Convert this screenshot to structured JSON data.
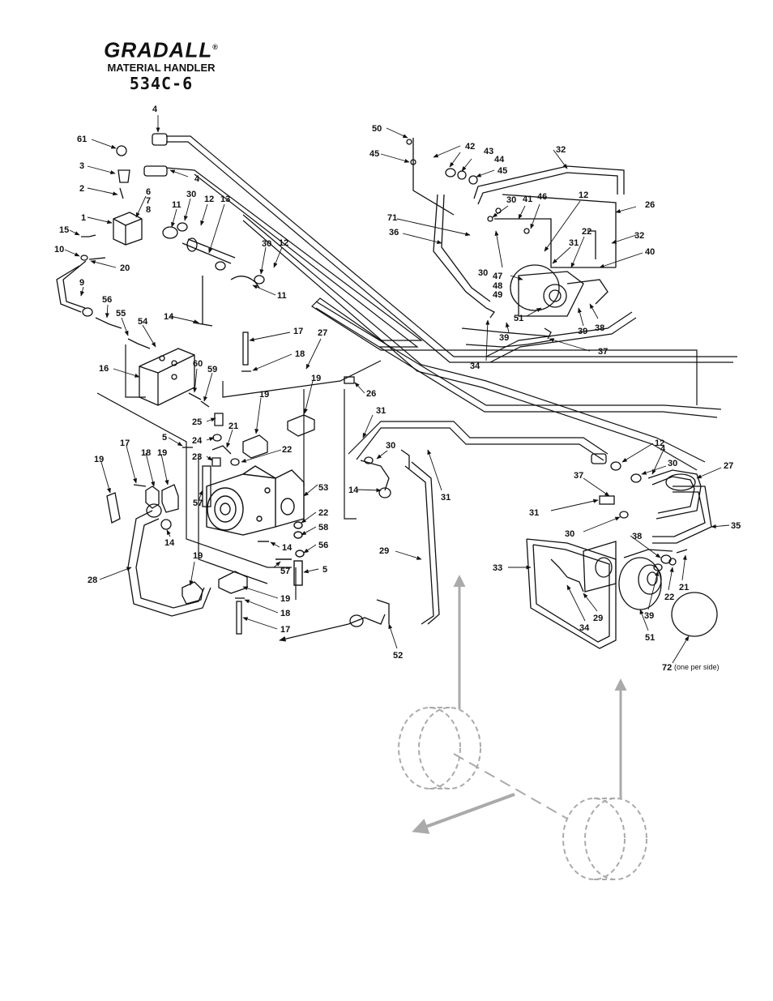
{
  "header": {
    "brand": "GRADALL",
    "registered_mark": "®",
    "subtitle": "MATERIAL HANDLER",
    "model": "534C-6"
  },
  "diagram": {
    "note_72": "(one per side)",
    "callouts": [
      {
        "id": "c4a",
        "text": "4"
      },
      {
        "id": "c61",
        "text": "61"
      },
      {
        "id": "c3",
        "text": "3"
      },
      {
        "id": "c4b",
        "text": "4"
      },
      {
        "id": "c2",
        "text": "2"
      },
      {
        "id": "c6",
        "text": "6"
      },
      {
        "id": "c7",
        "text": "7"
      },
      {
        "id": "c8",
        "text": "8"
      },
      {
        "id": "c1",
        "text": "1"
      },
      {
        "id": "c11a",
        "text": "11"
      },
      {
        "id": "c30a",
        "text": "30"
      },
      {
        "id": "c12a",
        "text": "12"
      },
      {
        "id": "c13",
        "text": "13"
      },
      {
        "id": "c15",
        "text": "15"
      },
      {
        "id": "c10",
        "text": "10"
      },
      {
        "id": "c20",
        "text": "20"
      },
      {
        "id": "c30b",
        "text": "30"
      },
      {
        "id": "c12b",
        "text": "12"
      },
      {
        "id": "c9",
        "text": "9"
      },
      {
        "id": "c11b",
        "text": "11"
      },
      {
        "id": "c56a",
        "text": "56"
      },
      {
        "id": "c55",
        "text": "55"
      },
      {
        "id": "c14a",
        "text": "14"
      },
      {
        "id": "c54",
        "text": "54"
      },
      {
        "id": "c16",
        "text": "16"
      },
      {
        "id": "c60",
        "text": "60"
      },
      {
        "id": "c59a",
        "text": "59"
      },
      {
        "id": "c17a",
        "text": "17"
      },
      {
        "id": "c18a",
        "text": "18"
      },
      {
        "id": "c27a",
        "text": "27"
      },
      {
        "id": "c19a",
        "text": "19"
      },
      {
        "id": "c19b",
        "text": "19"
      },
      {
        "id": "c26a",
        "text": "26"
      },
      {
        "id": "c25",
        "text": "25"
      },
      {
        "id": "c24",
        "text": "24"
      },
      {
        "id": "c21a",
        "text": "21"
      },
      {
        "id": "c23",
        "text": "23"
      },
      {
        "id": "c22a",
        "text": "22"
      },
      {
        "id": "c57a",
        "text": "57"
      },
      {
        "id": "c5a",
        "text": "5"
      },
      {
        "id": "c17b",
        "text": "17"
      },
      {
        "id": "c18b",
        "text": "18"
      },
      {
        "id": "c19c",
        "text": "19"
      },
      {
        "id": "c19d",
        "text": "19"
      },
      {
        "id": "c53",
        "text": "53"
      },
      {
        "id": "c22b",
        "text": "22"
      },
      {
        "id": "c58a",
        "text": "58"
      },
      {
        "id": "c14b",
        "text": "14"
      },
      {
        "id": "c56b",
        "text": "56"
      },
      {
        "id": "c57b",
        "text": "57"
      },
      {
        "id": "c5b",
        "text": "5"
      },
      {
        "id": "c28",
        "text": "28"
      },
      {
        "id": "c14c",
        "text": "14"
      },
      {
        "id": "c19e",
        "text": "19"
      },
      {
        "id": "c19f",
        "text": "19"
      },
      {
        "id": "c18c",
        "text": "18"
      },
      {
        "id": "c17c",
        "text": "17"
      },
      {
        "id": "c50",
        "text": "50"
      },
      {
        "id": "c45a",
        "text": "45"
      },
      {
        "id": "c42",
        "text": "42"
      },
      {
        "id": "c43",
        "text": "43"
      },
      {
        "id": "c44",
        "text": "44"
      },
      {
        "id": "c45b",
        "text": "45"
      },
      {
        "id": "c32a",
        "text": "32"
      },
      {
        "id": "c26b",
        "text": "26"
      },
      {
        "id": "c32b",
        "text": "32"
      },
      {
        "id": "c30c",
        "text": "30"
      },
      {
        "id": "c41",
        "text": "41"
      },
      {
        "id": "c46",
        "text": "46"
      },
      {
        "id": "c12c",
        "text": "12"
      },
      {
        "id": "c71",
        "text": "71"
      },
      {
        "id": "c36a",
        "text": "36"
      },
      {
        "id": "c22c",
        "text": "22"
      },
      {
        "id": "c31a",
        "text": "31"
      },
      {
        "id": "c40",
        "text": "40"
      },
      {
        "id": "c30d",
        "text": "30"
      },
      {
        "id": "c47",
        "text": "47"
      },
      {
        "id": "c48",
        "text": "48"
      },
      {
        "id": "c49",
        "text": "49"
      },
      {
        "id": "c51a",
        "text": "51"
      },
      {
        "id": "c39a",
        "text": "39"
      },
      {
        "id": "c39b",
        "text": "39"
      },
      {
        "id": "c38a",
        "text": "38"
      },
      {
        "id": "c34a",
        "text": "34"
      },
      {
        "id": "c37a",
        "text": "37"
      },
      {
        "id": "c31b",
        "text": "31"
      },
      {
        "id": "c30e",
        "text": "30"
      },
      {
        "id": "c31c",
        "text": "31"
      },
      {
        "id": "c14d",
        "text": "14"
      },
      {
        "id": "c12d",
        "text": "12"
      },
      {
        "id": "c4c",
        "text": "4"
      },
      {
        "id": "c30f",
        "text": "30"
      },
      {
        "id": "c27b",
        "text": "27"
      },
      {
        "id": "c37b",
        "text": "37"
      },
      {
        "id": "c31d",
        "text": "31"
      },
      {
        "id": "c30g",
        "text": "30"
      },
      {
        "id": "c35",
        "text": "35"
      },
      {
        "id": "c29a",
        "text": "29"
      },
      {
        "id": "c38b",
        "text": "38"
      },
      {
        "id": "c33",
        "text": "33"
      },
      {
        "id": "c21b",
        "text": "21"
      },
      {
        "id": "c22d",
        "text": "22"
      },
      {
        "id": "c29b",
        "text": "29"
      },
      {
        "id": "c34b",
        "text": "34"
      },
      {
        "id": "c39c",
        "text": "39"
      },
      {
        "id": "c51b",
        "text": "51"
      },
      {
        "id": "c52",
        "text": "52"
      },
      {
        "id": "c72",
        "text": "72"
      }
    ]
  }
}
